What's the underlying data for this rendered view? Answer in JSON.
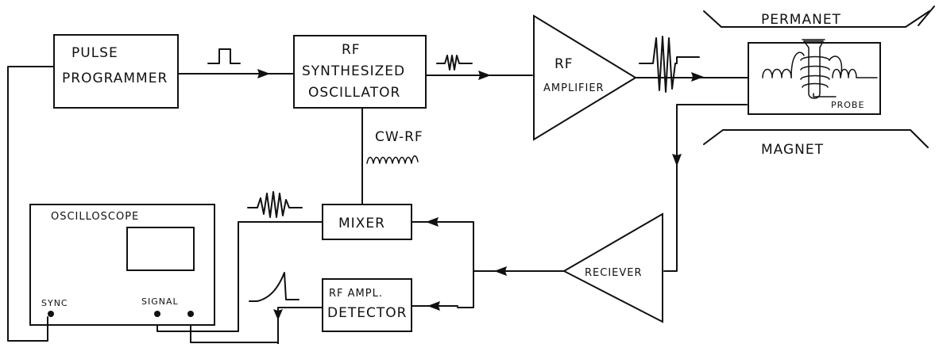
{
  "blocks": {
    "pulse_programmer": [
      "PULSE",
      "PROGRAMMER"
    ],
    "rf_oscillator": [
      "RF",
      "SYNTHESIZED",
      "OSCILLATOR"
    ],
    "rf_amplifier": [
      "RF",
      "AMPLIFIER"
    ],
    "mixer": "MIXER",
    "rf_detector": [
      "RF AMPL.",
      "DETECTOR"
    ],
    "receiver": "RECIEVER",
    "oscilloscope": "OSCILLOSCOPE",
    "probe": "PROBE"
  },
  "labels": {
    "magnet_top": "PERMANET",
    "magnet_bottom": "MAGNET",
    "cw_rf": "CW-RF",
    "sync": "SYNC",
    "signal": "SIGNAL"
  }
}
